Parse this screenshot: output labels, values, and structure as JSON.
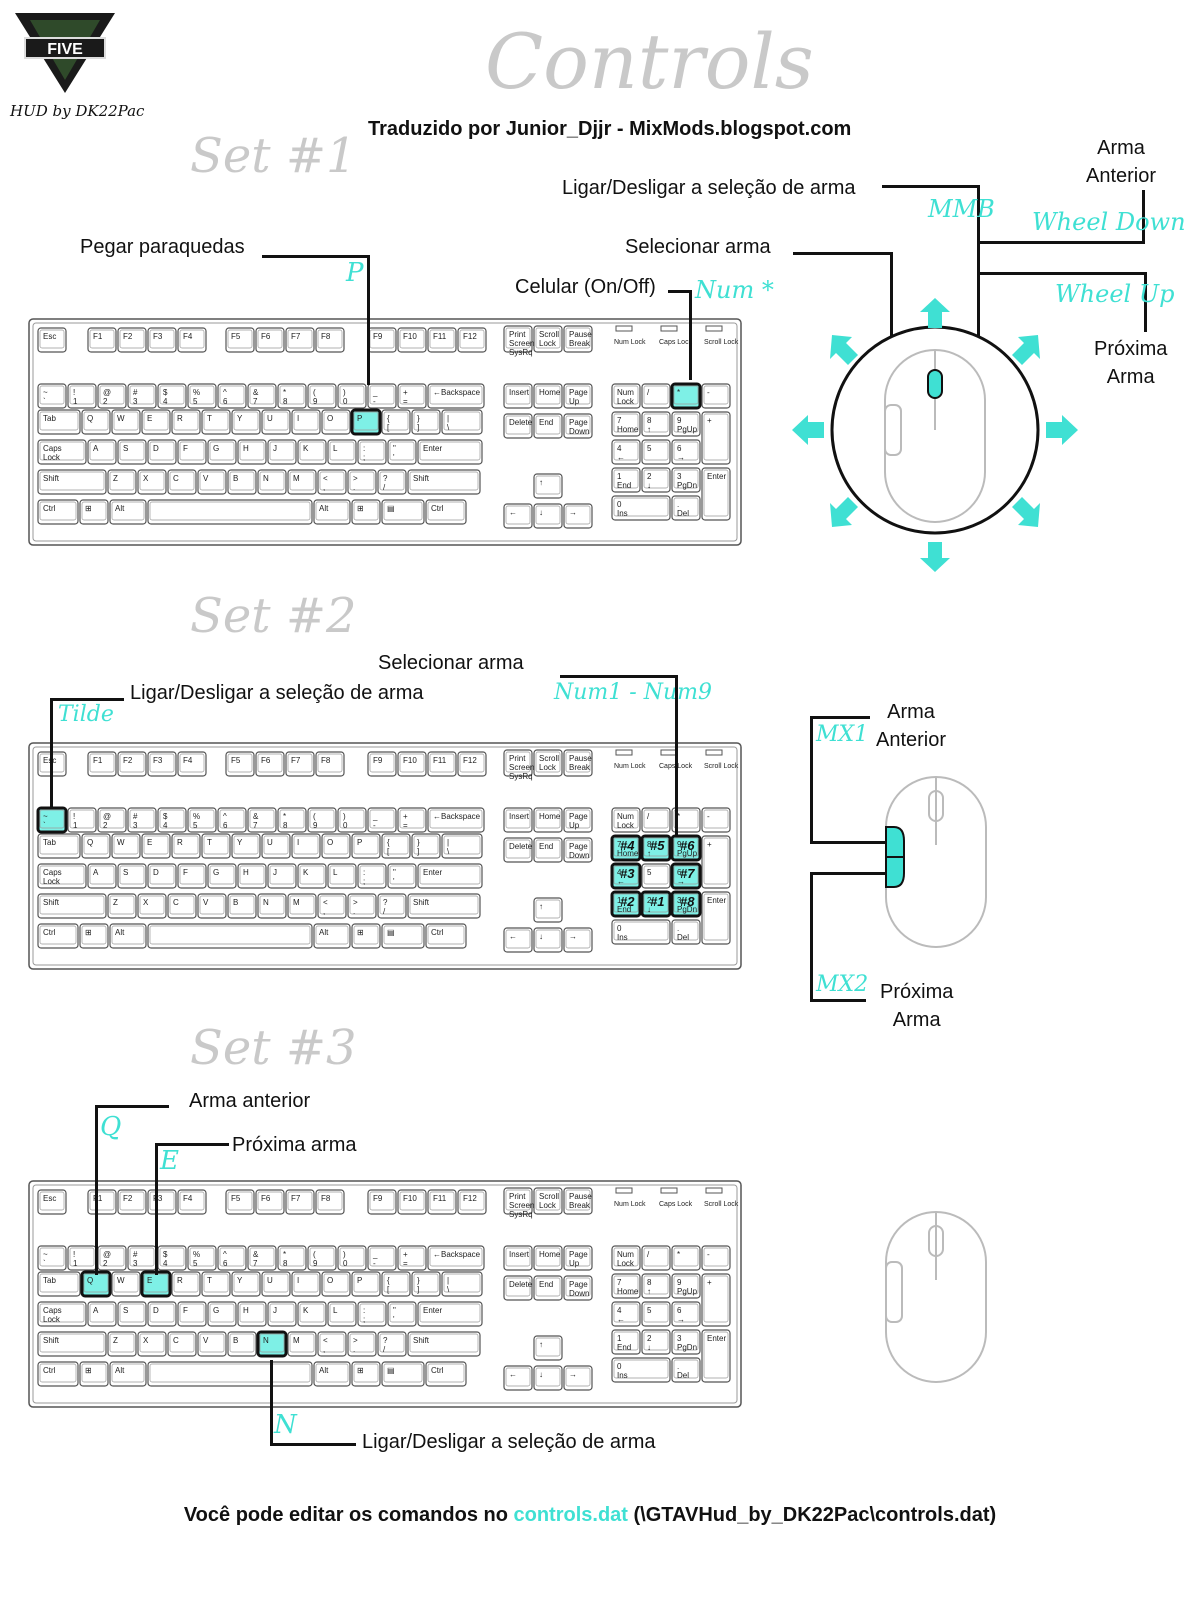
{
  "logo": {
    "badge": "FIVE",
    "caption": "HUD by DK22Pac"
  },
  "title": "Controls",
  "subtitle": "Traduzido por Junior_Djjr - MixMods.blogspot.com",
  "sets": [
    "Set #1",
    "Set #2",
    "Set #3"
  ],
  "set1": {
    "pegar": "Pegar paraquedas",
    "pegar_key": "P",
    "celular": "Celular (On/Off)",
    "celular_key": "Num *",
    "toggle": "Ligar/Desligar a seleção de arma",
    "toggle_key": "MMB",
    "select": "Selecionar arma",
    "prev": "Arma\nAnterior",
    "prev_key": "Wheel Down",
    "next": "Próxima\nArma",
    "next_key": "Wheel Up"
  },
  "set2": {
    "select": "Selecionar arma",
    "select_key": "Num1 - Num9",
    "toggle": "Ligar/Desligar a seleção de arma",
    "toggle_key": "Tilde",
    "prev": "Arma\nAnterior",
    "prev_key": "MX1",
    "next": "Próxima\nArma",
    "next_key": "MX2",
    "num_labels": [
      "#4",
      "#5",
      "#6",
      "#3",
      "#7",
      "#2",
      "#1",
      "#8"
    ]
  },
  "set3": {
    "prev": "Arma anterior",
    "prev_key": "Q",
    "next": "Próxima arma",
    "next_key": "E",
    "toggle": "Ligar/Desligar a seleção de arma",
    "toggle_key": "N"
  },
  "keyboard": {
    "fn_row": [
      "Esc",
      "F1",
      "F2",
      "F3",
      "F4",
      "F5",
      "F6",
      "F7",
      "F8",
      "F9",
      "F10",
      "F11",
      "F12"
    ],
    "sys_keys": [
      "Print Screen SysRq",
      "Scroll Lock",
      "Pause Break"
    ],
    "lights": [
      "Num Lock",
      "Caps Lock",
      "Scroll Lock"
    ],
    "row1": [
      "~ `",
      "! 1",
      "@ 2",
      "# 3",
      "$ 4",
      "% 5",
      "^ 6",
      "& 7",
      "* 8",
      "( 9",
      ") 0",
      "_ -",
      "+ =",
      "←Backspace"
    ],
    "row2": [
      "Tab",
      "Q",
      "W",
      "E",
      "R",
      "T",
      "Y",
      "U",
      "I",
      "O",
      "P",
      "{ [",
      "} ]",
      "| \\"
    ],
    "row3": [
      "Caps Lock",
      "A",
      "S",
      "D",
      "F",
      "G",
      "H",
      "J",
      "K",
      "L",
      ": ;",
      "\" '",
      "Enter"
    ],
    "row4": [
      "Shift",
      "Z",
      "X",
      "C",
      "V",
      "B",
      "N",
      "M",
      "< ,",
      "> .",
      "? /",
      "Shift"
    ],
    "row5": [
      "Ctrl",
      "⊞",
      "Alt",
      "",
      "Alt",
      "⊞",
      "▤",
      "Ctrl"
    ],
    "nav": [
      "Insert",
      "Home",
      "Page Up",
      "Delete",
      "End",
      "Page Down"
    ],
    "arrows": [
      "↑",
      "←",
      "↓",
      "→"
    ],
    "numpad": [
      "Num Lock",
      "/",
      "*",
      "-",
      "7 Home",
      "8 ↑",
      "9 PgUp",
      "+",
      "4 ←",
      "5",
      "6 →",
      "1 End",
      "2 ↓",
      "3 PgDn",
      "Enter",
      "0 Ins",
      ". Del"
    ]
  },
  "footer": {
    "before": "Você pode editar os comandos no ",
    "link": "controls.dat",
    "after": " (\\GTAVHud_by_DK22Pac\\controls.dat)"
  },
  "colors": {
    "accent": "#3fe0d3",
    "accent_fill": "#7ef0e6",
    "line": "#111111",
    "key_stroke": "#555555",
    "title_gray": "#c9c9c9"
  }
}
